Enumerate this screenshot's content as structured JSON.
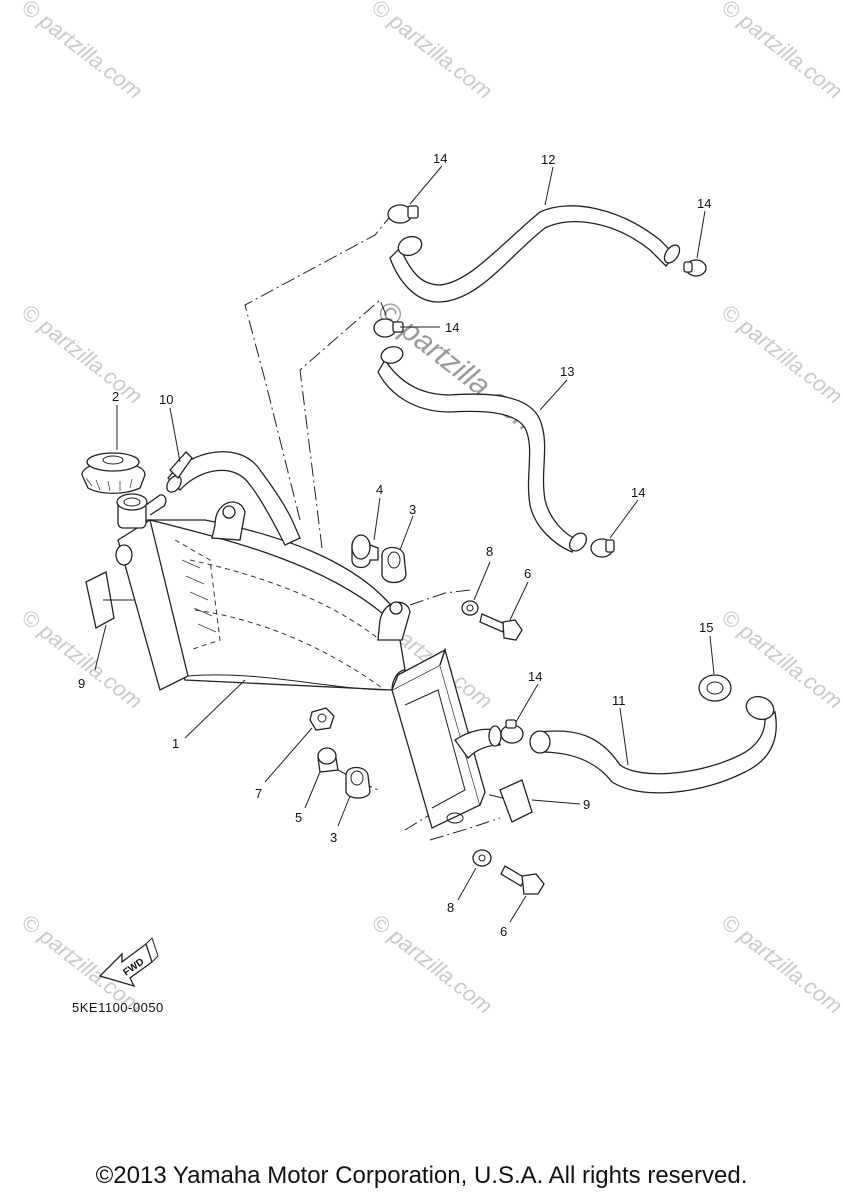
{
  "diagram_code": "5KE1100-0050",
  "copyright": "©2013 Yamaha Motor Corporation, U.S.A. All rights reserved.",
  "watermark": "© partzilla.com",
  "fwd_label": "FWD",
  "callouts": {
    "c1": "1",
    "c2": "2",
    "c3a": "3",
    "c3b": "3",
    "c4": "4",
    "c5": "5",
    "c6a": "6",
    "c6b": "6",
    "c7": "7",
    "c8a": "8",
    "c8b": "8",
    "c9a": "9",
    "c9b": "9",
    "c10": "10",
    "c11": "11",
    "c12": "12",
    "c13": "13",
    "c14a": "14",
    "c14b": "14",
    "c14c": "14",
    "c14d": "14",
    "c14e": "14",
    "c15": "15"
  }
}
